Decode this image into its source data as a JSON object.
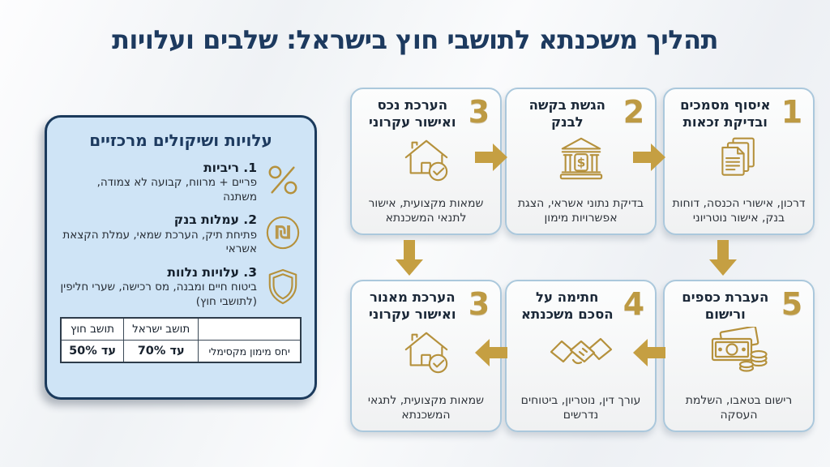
{
  "page": {
    "title": "תהליך משכנתא לתושבי חוץ בישראל: שלבים ועלויות"
  },
  "colors": {
    "navy": "#1d3a5f",
    "gold": "#c59f42",
    "panel_blue": "#cfe4f6",
    "box_border": "#abc8dc"
  },
  "side_panel": {
    "title": "עלויות ושיקולים מרכזיים",
    "items": [
      {
        "icon": "percent-icon",
        "heading": "1. ריביות",
        "text": "פריים + מרווח, קבועה לא צמודה, משתנה"
      },
      {
        "icon": "shekel-icon",
        "heading": "2. עמלות בנק",
        "text": "פתיחת תיק, הערכת שמאי, עמלת הקצאת אשראי"
      },
      {
        "icon": "shield-icon",
        "heading": "3. עלויות נלוות",
        "text": "ביטוח חיים ומבנה, מס רכישה, שערי חליפין (לתושבי חוץ)"
      }
    ],
    "table": {
      "headers": [
        "",
        "תושב ישראל",
        "תושב חוץ"
      ],
      "rows": [
        [
          "יחס מימון מקסימלי",
          "עד 70%",
          "עד 50%"
        ]
      ]
    }
  },
  "steps": [
    {
      "number": "1",
      "title": "איסוף מסמכים ובדיקת זכאות",
      "description": "דרכון, אישורי הכנסה, דוחות בנק, אישור נוטריוני",
      "icon": "documents-icon"
    },
    {
      "number": "2",
      "title": "הגשת בקשה לבנק",
      "description": "בדיקת נתוני אשראי, הצגת אפשרויות מימון",
      "icon": "bank-icon"
    },
    {
      "number": "3",
      "title": "הערכת נכס ואישור עקרוני",
      "description": "שמאות מקצועית, אישור לתנאי המשכנתא",
      "icon": "house-check-icon"
    },
    {
      "number": "4",
      "title": "חתימה על הסכם משכנתא",
      "description": "עורך דין, נוטריון, ביטוחים נדרשים",
      "icon": "handshake-icon"
    },
    {
      "number": "5",
      "title": "העברת כספים ורישום",
      "description": "רישום בטאבו, השלמת העסקה",
      "icon": "money-icon"
    },
    {
      "number": "3",
      "title": "הערכת מאנור ואישור עקרוני",
      "description": "שמאות מקצועית, לתגאי המשכנתא",
      "icon": "house-check-icon"
    }
  ],
  "glyphs": {
    "shekel": "₪",
    "dollar": "$"
  }
}
